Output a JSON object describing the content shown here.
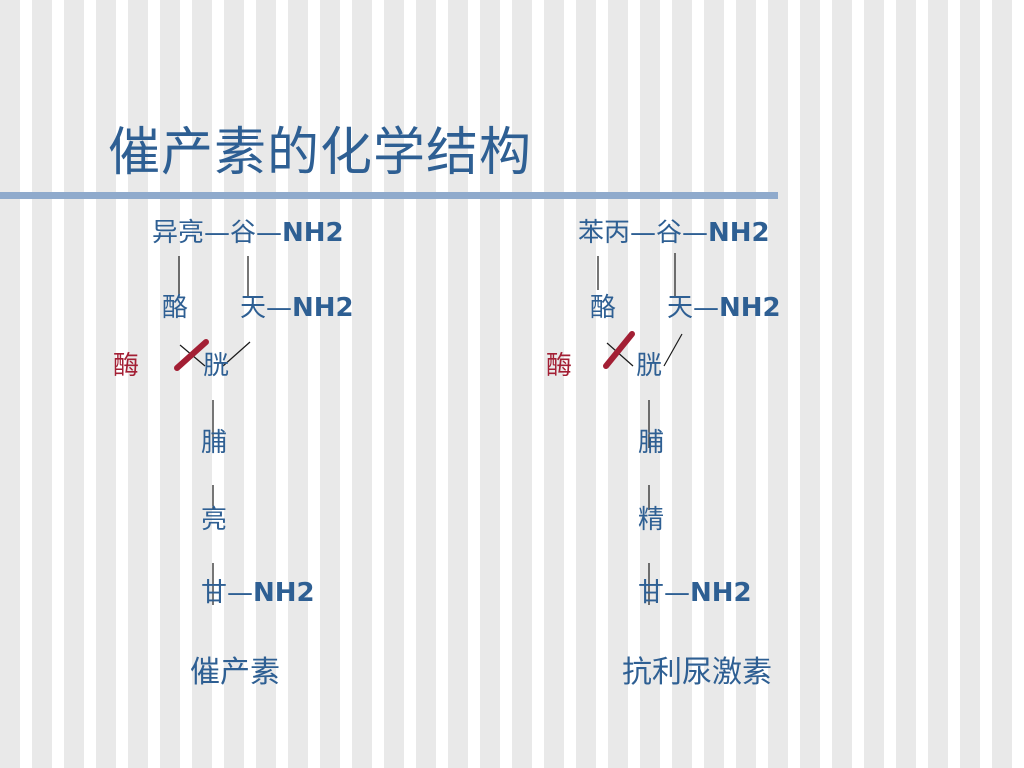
{
  "title": "催产素的化学结构",
  "accent_colors": {
    "text": "#2e5f93",
    "enzyme": "#a31f34",
    "rule": "#8faacc"
  },
  "structures": [
    {
      "row1_left": "异亮",
      "row1_mid": "谷",
      "row1_nh2": "NH2",
      "row2_left": "酪",
      "row2_right": "天",
      "row2_nh2": "NH2",
      "enzyme": "酶",
      "residues": [
        "胱",
        "脯",
        "亮",
        "甘"
      ],
      "end_nh2": "NH2",
      "name": "催产素"
    },
    {
      "row1_left": "苯丙",
      "row1_mid": "谷",
      "row1_nh2": "NH2",
      "row2_left": "酪",
      "row2_right": "天",
      "row2_nh2": "NH2",
      "enzyme": "酶",
      "residues": [
        "胱",
        "脯",
        "精",
        "甘"
      ],
      "end_nh2": "NH2",
      "name": "抗利尿激素"
    }
  ]
}
